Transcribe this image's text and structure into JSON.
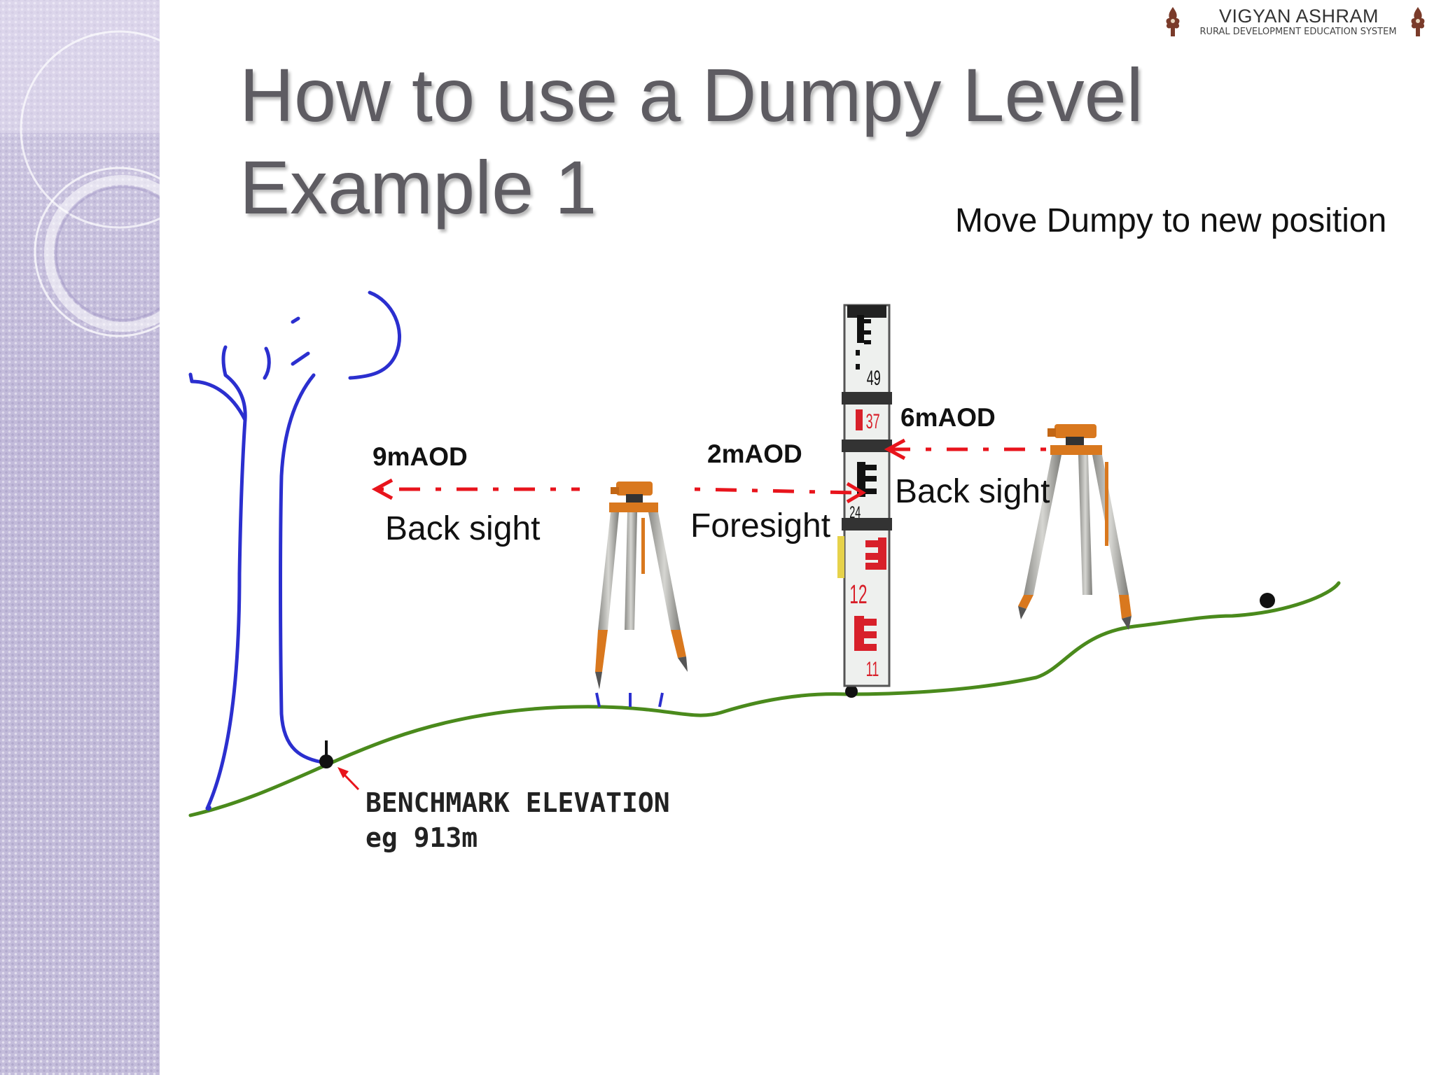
{
  "logo": {
    "name": "VIGYAN ASHRAM",
    "tagline": "RURAL DEVELOPMENT EDUCATION SYSTEM"
  },
  "slide": {
    "title_line1": "How to use a Dumpy Level",
    "title_line2": "Example 1",
    "caption": "Move Dumpy to new position"
  },
  "diagram": {
    "left_reading": "9mAOD",
    "middle_reading": "2mAOD",
    "right_reading": "6mAOD",
    "left_sight": "Back sight",
    "middle_sight": "Foresight",
    "right_sight": "Back sight",
    "benchmark_line1": "BENCHMARK ELEVATION",
    "benchmark_line2": "eg 913m",
    "staff_marks": [
      "49",
      "37",
      "24",
      "12",
      "11"
    ]
  },
  "colors": {
    "title": "#5e5c62",
    "sidebar": "#c4bddb",
    "ground": "#4a8a1c",
    "tree": "#2b2fcf",
    "sight_arrow": "#e8141c",
    "staff_red": "#d8202a",
    "tripod_orange": "#d9781e"
  }
}
